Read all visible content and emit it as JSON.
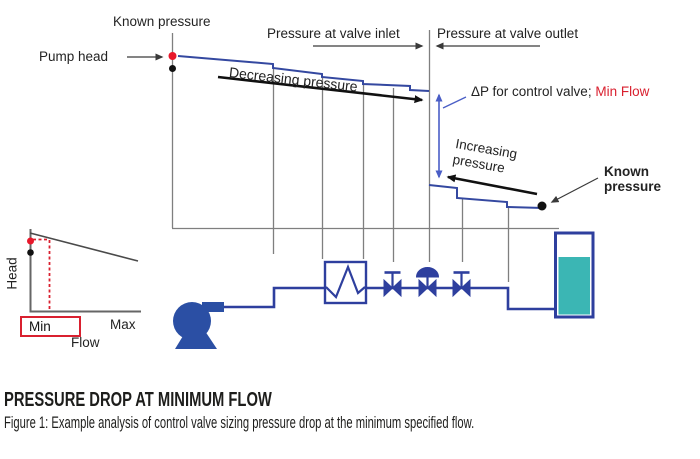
{
  "labels": {
    "known_pressure_top": "Known pressure",
    "pump_head": "Pump head",
    "pressure_valve_inlet": "Pressure at valve inlet",
    "pressure_valve_outlet": "Pressure at valve outlet",
    "decreasing_pressure": "Decreasing pressure",
    "dp_prefix": "ΔP for control valve;",
    "dp_red": "Min Flow",
    "increasing_line1": "Increasing",
    "increasing_line2": "pressure",
    "known_right_line1": "Known",
    "known_right_line2": "pressure"
  },
  "inset_chart": {
    "ylabel": "Head",
    "xlabel": "Flow",
    "min_label": "Min",
    "max_label": "Max"
  },
  "caption": {
    "heading": "PRESSURE DROP AT MINIMUM FLOW",
    "figure_text": "Figure 1: Example analysis of control valve sizing pressure drop at the minimum specified flow."
  },
  "colors": {
    "pipe_blue": "#2e3f9e",
    "profile_blue": "#3448a0",
    "arrow_blue": "#4a5ec6",
    "accent_red": "#d9202f",
    "dot_red": "#e8182b",
    "tank_liquid_teal": "#3bb6b4",
    "line_gray": "#7f7f7f",
    "text_black": "#1d1d1b"
  }
}
